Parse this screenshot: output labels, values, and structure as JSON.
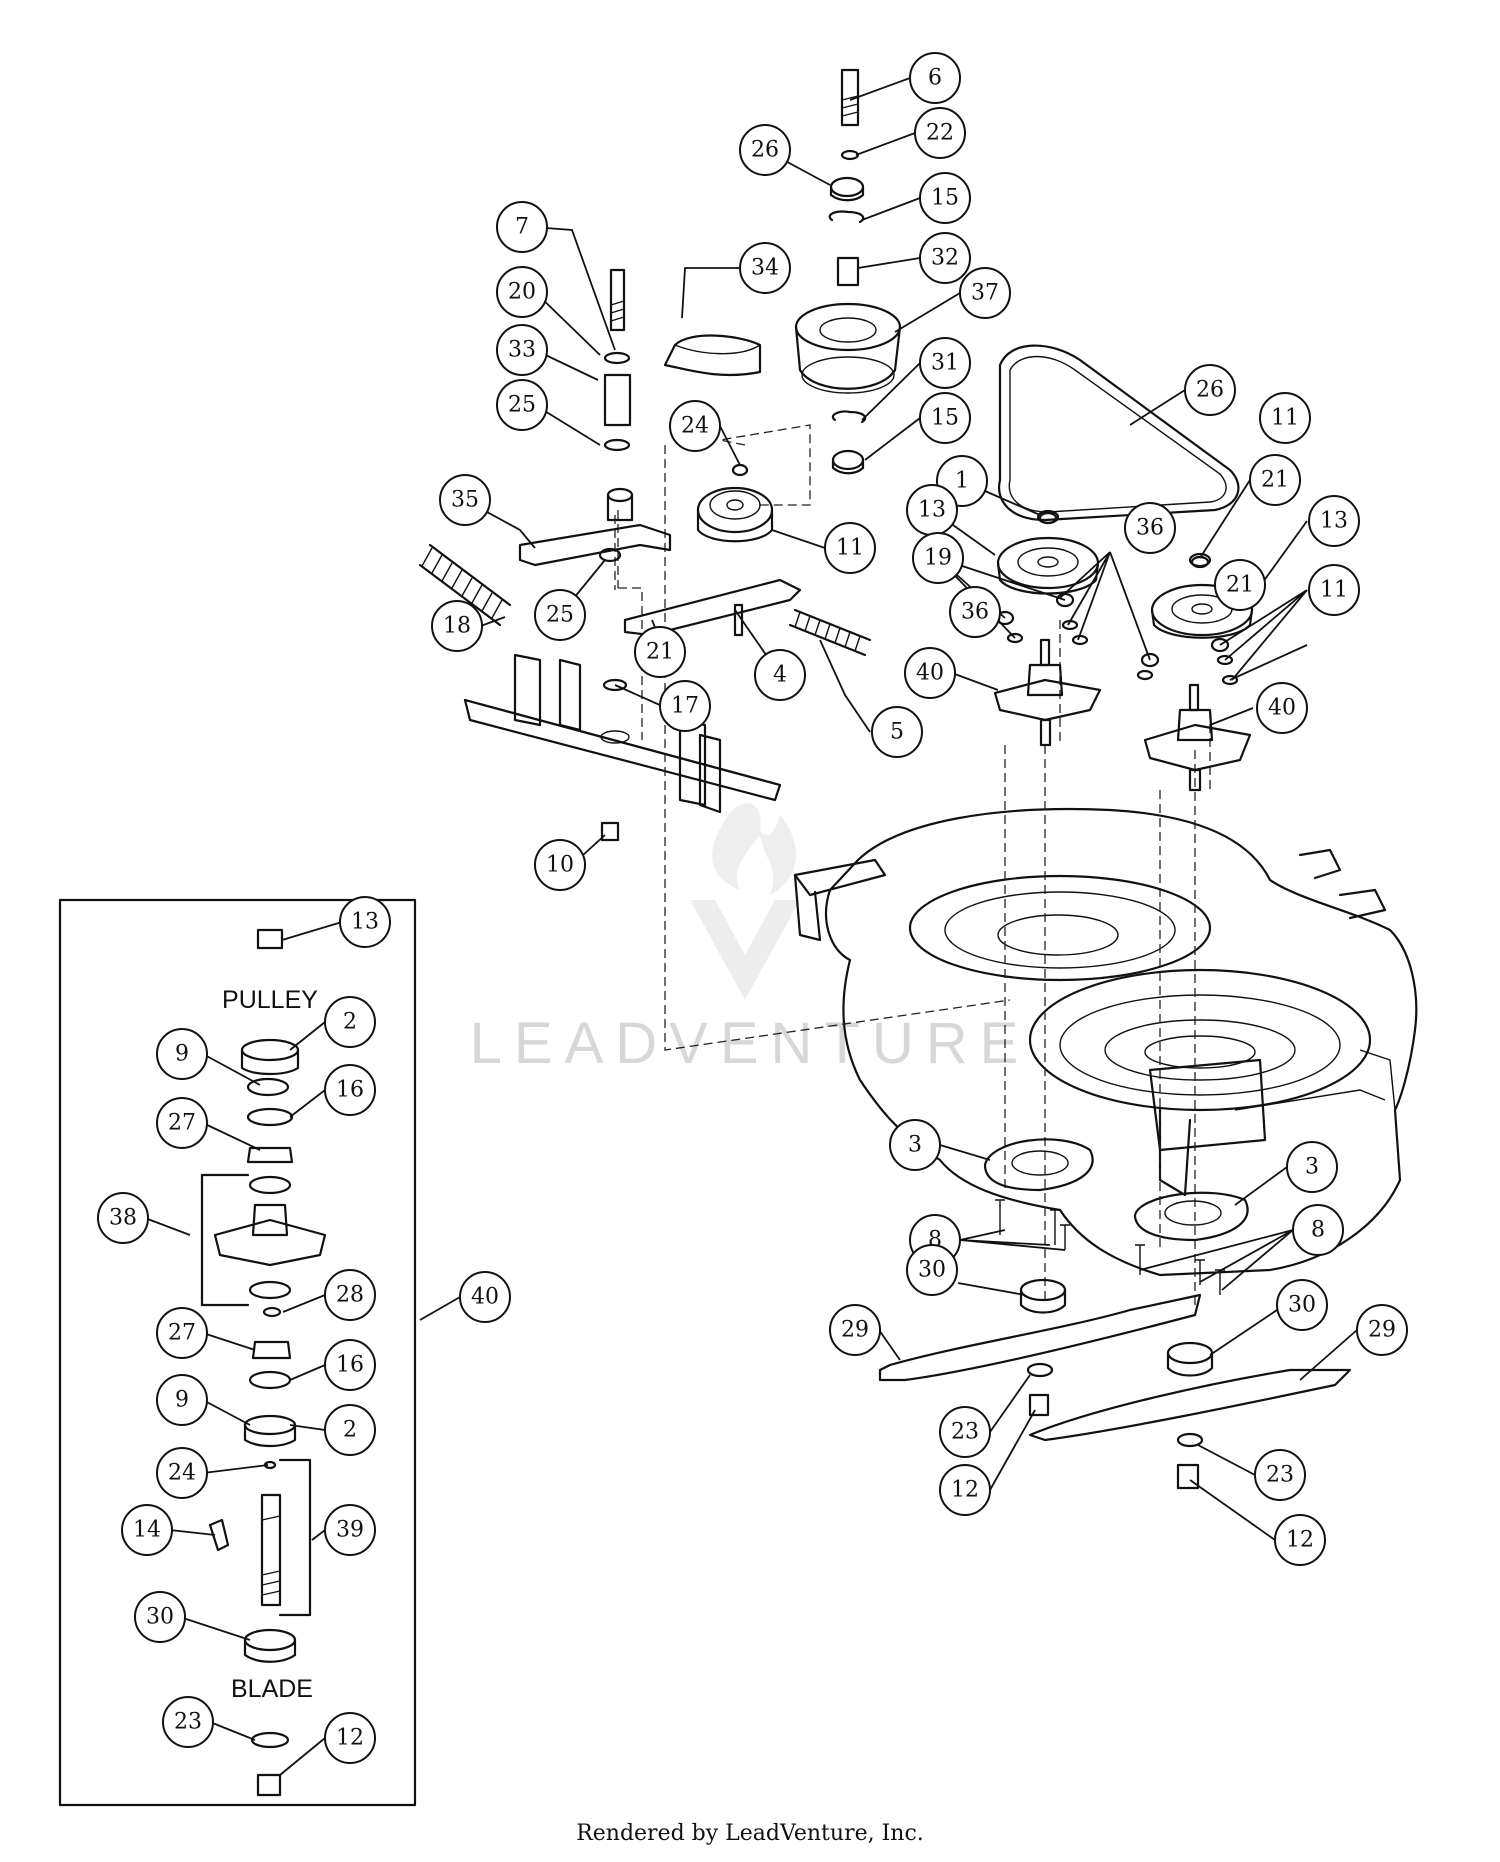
{
  "diagram": {
    "inset_labels": {
      "pulley": "PULLEY",
      "blade": "BLADE"
    },
    "callouts": [
      "6",
      "26",
      "22",
      "15",
      "32",
      "37",
      "34",
      "7",
      "20",
      "31",
      "15",
      "26",
      "33",
      "25",
      "24",
      "11",
      "35",
      "1",
      "13",
      "36",
      "21",
      "13",
      "36",
      "11",
      "11",
      "18",
      "25",
      "21",
      "4",
      "5",
      "17",
      "19",
      "40",
      "21",
      "40",
      "10",
      "13",
      "2",
      "9",
      "16",
      "27",
      "38",
      "28",
      "40",
      "27",
      "16",
      "9",
      "2",
      "24",
      "39",
      "14",
      "30",
      "23",
      "12",
      "3",
      "3",
      "8",
      "8",
      "30",
      "30",
      "29",
      "29",
      "23",
      "23",
      "12",
      "12"
    ],
    "watermark": "LEADVENTURE",
    "footer": "Rendered by LeadVenture, Inc."
  },
  "colors": {
    "line": "#111111",
    "watermark": "#d7d7d7",
    "background": "#ffffff"
  }
}
